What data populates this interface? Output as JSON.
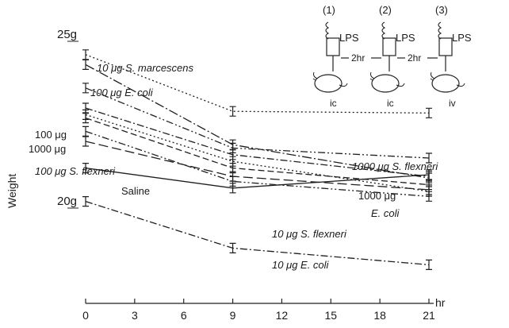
{
  "chart_data": {
    "type": "line",
    "xlabel": "hr",
    "ylabel": "Weight",
    "x_ticks": [
      0,
      3,
      6,
      9,
      12,
      15,
      18,
      21
    ],
    "xlim": [
      0,
      21
    ],
    "ylim": [
      20,
      25
    ],
    "y_tick_labels": [
      "25g",
      "20g"
    ],
    "x": [
      0,
      9,
      21
    ],
    "series": [
      {
        "name": "10 μg S. marcescens",
        "values": [
          24.6,
          22.9,
          22.85
        ],
        "style": "dotted"
      },
      {
        "name": "100 μg E. coli",
        "values": [
          24.3,
          21.9,
          20.9
        ],
        "style": "longdash-dot"
      },
      {
        "name": "1000 μg S. flexneri",
        "values": [
          23.6,
          21.8,
          21.5
        ],
        "style": "dashdotdot"
      },
      {
        "name": "100 μg",
        "values": [
          23.0,
          21.6,
          20.95
        ],
        "style": "dashdot"
      },
      {
        "name": "1000 μg",
        "values": [
          22.8,
          21.4,
          20.5
        ],
        "style": "dotted"
      },
      {
        "name": "E. coli",
        "values": [
          22.7,
          21.2,
          20.7
        ],
        "style": "dashed"
      },
      {
        "name": "100 μg S. flexneri",
        "values": [
          22.0,
          20.95,
          20.55
        ],
        "style": "longdash"
      },
      {
        "name": "Saline",
        "values": [
          21.2,
          20.6,
          21.0
        ],
        "style": "solid"
      },
      {
        "name": "10 μg S. flexneri",
        "values": [
          22.3,
          20.8,
          20.35
        ],
        "style": "dashdotdot"
      },
      {
        "name": "10 μg E. coli",
        "values": [
          20.2,
          18.8,
          18.3
        ],
        "style": "dashdot"
      }
    ],
    "annotations": {
      "protocol_steps": [
        "(1)",
        "(2)",
        "(3)"
      ],
      "injection_label": "LPS",
      "interval": "2hr",
      "routes": [
        "ic",
        "ic",
        "iv"
      ]
    },
    "grid": false,
    "legend": "inline labels"
  }
}
